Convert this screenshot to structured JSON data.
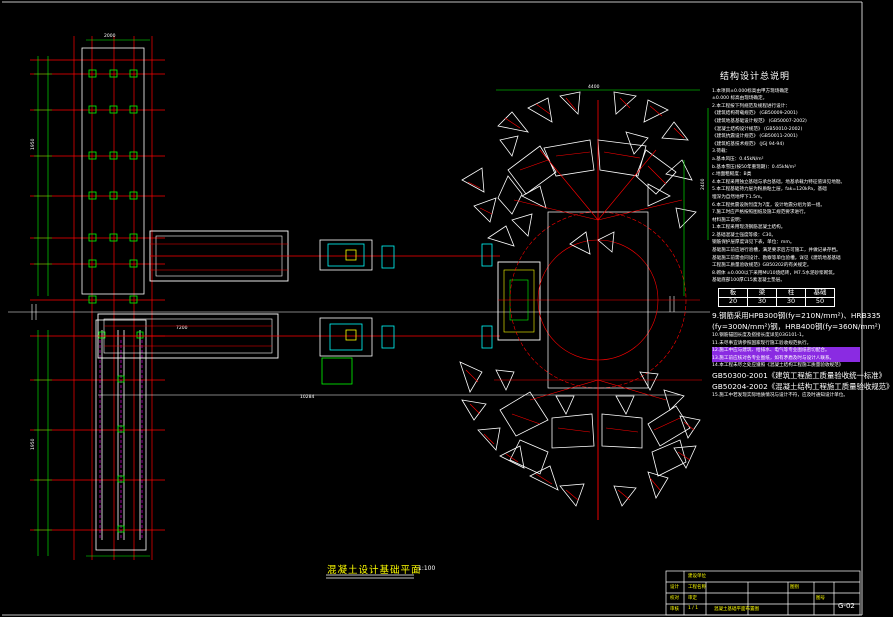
{
  "notes": {
    "title": "结构设计总说明",
    "lines": [
      "1.本项目±0.000标高由甲方现场确定",
      "  ±0.000 标高由现场确定。",
      "2.本工程按下列规范及规程进行设计：",
      "  《建筑结构荷载规范》      (GB50009-2001)",
      "  《建筑地基基础设计规范》    (GB50007-2002)",
      "  《混凝土结构设计规范》     (GB50010-2002)",
      "  《建筑抗震设计规范》      (GB50011-2001)",
      "  《建筑桩基技术规范》      (JGJ 94-94)",
      "3.荷载：",
      "  a.基本风压：0.45kN/m²",
      "  b.基本雪压(按50年重现期)：0.45kN/m²",
      "  c.地面粗糙度：B类",
      "4.本工程采用独立基础与承台基础，地基承载力特征值详见地勘。",
      "5.本工程基础持力层为粉质粘土层，fak=120kPa，基础",
      "  埋深为自然地坪下1.5m。",
      "6.本工程抗震设防烈度为7度，设计地震分组为第一组。",
      "7.施工时应严格按照图纸及施工规范要求进行。",
      "  材料施工说明：",
      "  1.本工程采用现浇钢筋混凝土结构。",
      "  2.基础混凝土强度等级：C30。",
      "  钢筋保护层厚度详见下表，单位：mm。",
      "  基础施工前应进行验槽，满足要求后方可施工，并做记录存档。",
      "  基础施工前需会同设计、勘察等单位验槽，详见《建筑地基基础",
      "  工程施工质量验收规范》GB50202的有关规定。",
      "8.砌体 ±0.000以下采用MU10烧结砖，M7.5水泥砂浆砌筑。",
      "  基础底部100厚C15素混凝土垫层。"
    ],
    "cover_table": {
      "headers": [
        "板",
        "梁",
        "柱",
        "基础"
      ],
      "values": [
        "20",
        "30",
        "30",
        "50"
      ]
    },
    "rebar_lines": [
      "9.钢筋采用HPB300钢(fy=210N/mm²)、HRB335",
      "(fy=300N/mm²)钢，HRB400钢(fy=360N/mm²)"
    ],
    "more_lines": [
      "10.钢筋锚固长度及搭接长度详见03G101-1。",
      "11.未尽事宜请参照国家现行施工验收规范执行。",
      "12.施工中应与建筑、给排水、电气等专业图纸密切配合。",
      "13.施工前应核对各专业图纸，如有矛盾及时与设计人联系。",
      "14.本工程未尽之处应遵照《混凝土结构工程施工质量验收规范》"
    ],
    "standards": [
      "GB50300-2001《建筑工程施工质量验收统一标准》",
      "GB50204-2002《混凝土结构工程施工质量验收规范》"
    ],
    "last_line": "15.施工中若发现实际地质情况与设计不符，应及时通知设计单位。"
  },
  "plan_title": "混凝土设计基础平面",
  "plan_scale": "1:100",
  "title_block": {
    "project": "建设单位",
    "drawing_name": "混凝土基础平面布置图",
    "drawing_no": "G-02",
    "row_labels": [
      "设计",
      "校对",
      "审核",
      "审定"
    ],
    "col_labels": [
      "工程名称",
      "图别",
      "图号"
    ],
    "sheet": "1 / 1"
  },
  "dims": {
    "left_top": "1950",
    "left_mid": "2000",
    "left_bottom": "1950",
    "mid_span": "7200",
    "bottom_span": "10284",
    "right_top": "4400",
    "right_side": "2400"
  }
}
